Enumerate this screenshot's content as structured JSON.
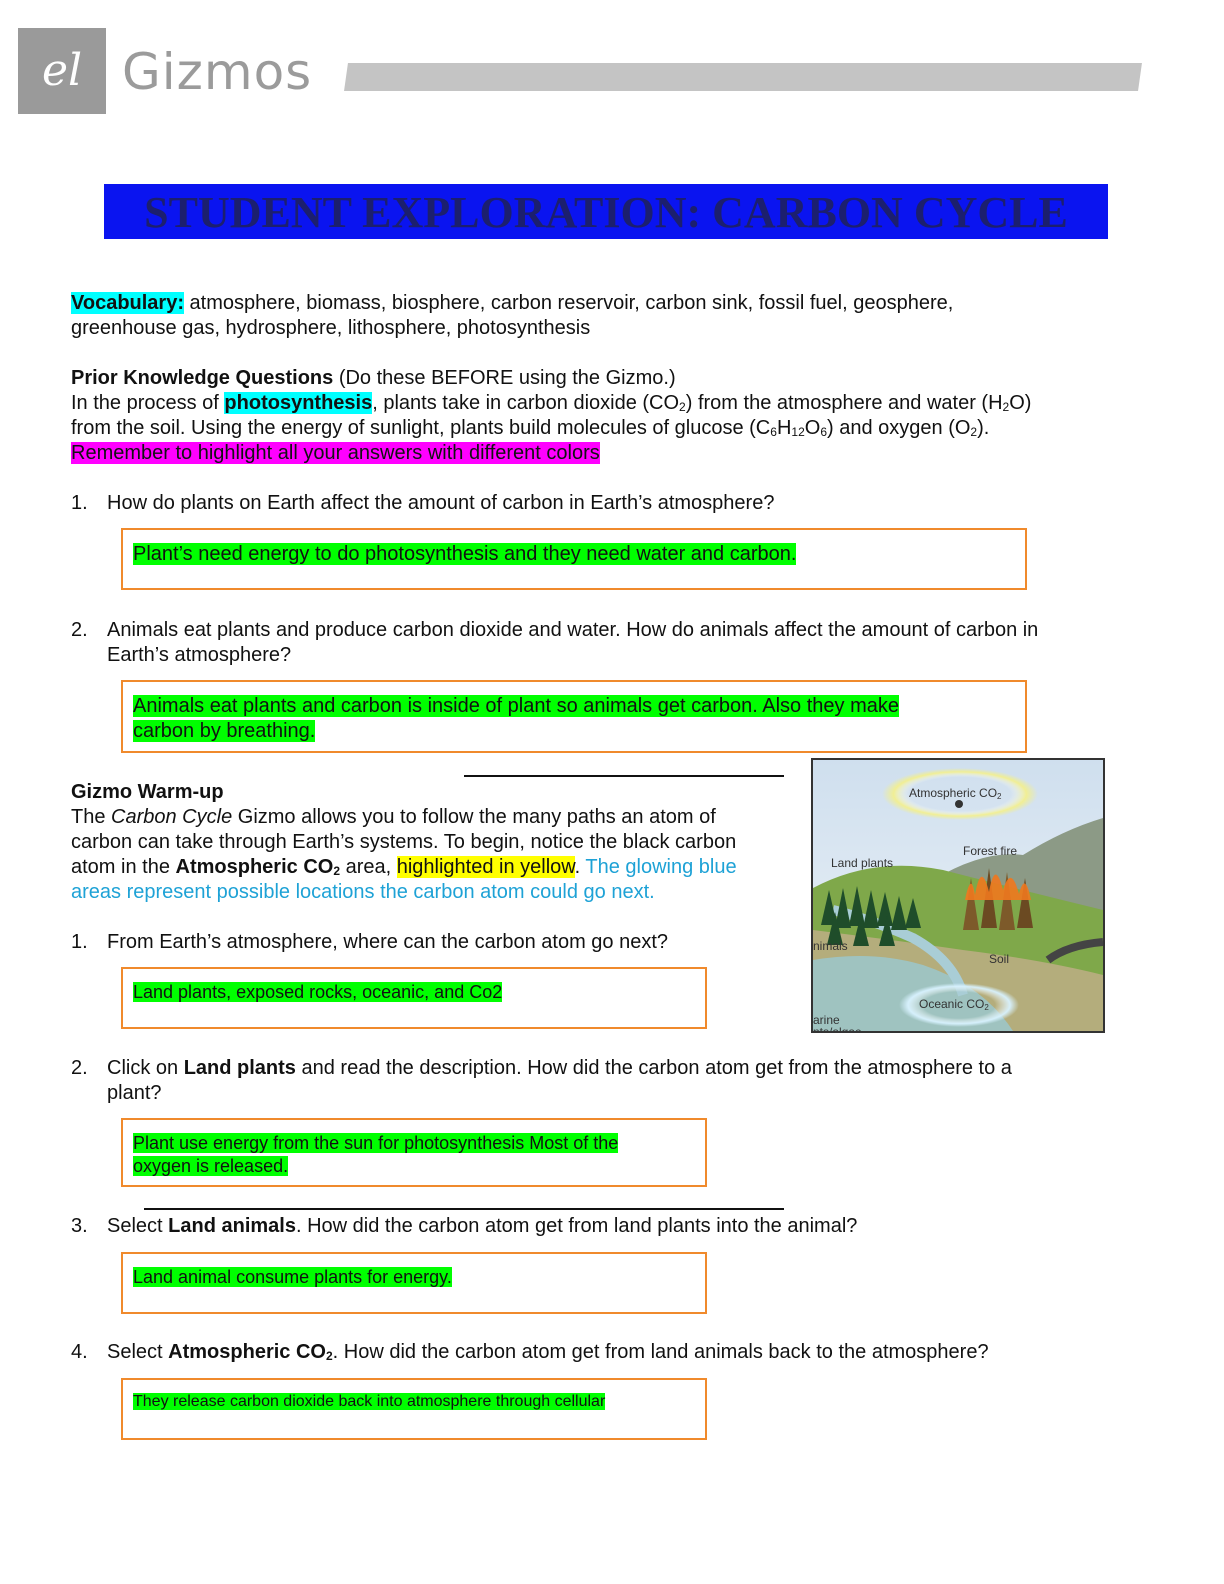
{
  "header": {
    "logo_glyph": "el",
    "brand": "Gizmos"
  },
  "title": "STUDENT EXPLORATION: CARBON CYCLE",
  "vocabulary": {
    "label": "Vocabulary:",
    "line1": " atmosphere, biomass, biosphere, carbon reservoir, carbon sink, fossil fuel, geosphere,",
    "line2": "greenhouse gas, hydrosphere, lithosphere, photosynthesis"
  },
  "prior": {
    "heading": "Prior Knowledge Questions",
    "heading_note": " (Do these BEFORE using the Gizmo.)",
    "line1_a": "In the process of ",
    "line1_hl": "photosynthesis",
    "line1_b": ", plants take in carbon dioxide (CO",
    "line1_sub1": "2",
    "line1_c": ") from the atmosphere and water (H",
    "line1_sub2": "2",
    "line1_d": "O)",
    "line2_a": "from the soil. Using the energy of sunlight, plants build molecules of glucose (C",
    "line2_sub1": "6",
    "line2_b": "H",
    "line2_sub2": "12",
    "line2_c": "O",
    "line2_sub3": "6",
    "line2_d": ") and oxygen (O",
    "line2_sub4": "2",
    "line2_e": ").",
    "reminder": "Remember to highlight all your answers with different colors",
    "questions": [
      {
        "number": "1.",
        "line1": "How do plants on Earth affect the amount of carbon in Earth’s atmosphere?",
        "answer1": "Plant’s need energy to do photosynthesis and they need water and carbon."
      },
      {
        "number": "2.",
        "line1": "Animals eat plants and produce carbon dioxide and water. How do animals affect the amount of carbon in",
        "line2": "Earth’s atmosphere?",
        "answer1": "Animals eat plants and carbon is inside of plant so animals get carbon. Also they make",
        "answer2": "carbon by breathing."
      }
    ]
  },
  "warmup": {
    "heading": "Gizmo Warm-up",
    "l1_a": "The ",
    "l1_i": "Carbon Cycle",
    "l1_b": " Gizmo allows you to follow the many paths an atom of",
    "l2": "carbon can take through Earth’s systems. To begin, notice the black carbon",
    "l3_a": "atom in the ",
    "l3_b": "Atmospheric CO",
    "l3_sub": "2",
    "l3_c": " area, ",
    "l3_hl": "highlighted in yellow",
    "l3_d": ". ",
    "l3_blue": "The glowing blue",
    "l4_blue": "areas represent possible locations the carbon atom could go next.",
    "questions": [
      {
        "number": "1.",
        "text": "From Earth’s atmosphere, where can the carbon atom go next?",
        "answer1": "Land plants, exposed rocks, oceanic, and Co2"
      },
      {
        "number": "2.",
        "pre": "Click on ",
        "bold": "Land plants",
        "post": " and read the description. How did the carbon atom get from the atmosphere to a",
        "line2": "plant?",
        "answer1": "Plant use energy from the sun for photosynthesis Most of the",
        "answer2": "oxygen is released."
      },
      {
        "number": "3.",
        "pre": "Select ",
        "bold": "Land animals",
        "post": ". How did the carbon atom get from land plants into the animal?",
        "answer1": "Land animal consume plants for energy."
      },
      {
        "number": "4.",
        "pre": "Select ",
        "bold": "Atmospheric CO",
        "bold_sub": "2",
        "post": ". How did the carbon atom get from land animals back to the atmosphere?",
        "answer1": "They release carbon dioxide back into atmosphere through cellular"
      }
    ]
  },
  "figure": {
    "atmospheric": "Atmospheric CO",
    "atmospheric_sub": "2",
    "forest_fire": "Forest fire",
    "land_plants": "Land plants",
    "animals": "nimals",
    "soil": "Soil",
    "oceanic": "Oceanic CO",
    "oceanic_sub": "2",
    "marine1": "arine",
    "marine2": "nts/algae"
  },
  "colors": {
    "title_band": "#0a14f0",
    "title_text": "#1c1f6e",
    "box_border": "#f08a2c",
    "highlight_green": "#00ff00",
    "highlight_cyan": "#00ffff",
    "highlight_magenta": "#ff00ff",
    "highlight_yellow": "#ffff00",
    "blue_text": "#1ea2d6"
  }
}
